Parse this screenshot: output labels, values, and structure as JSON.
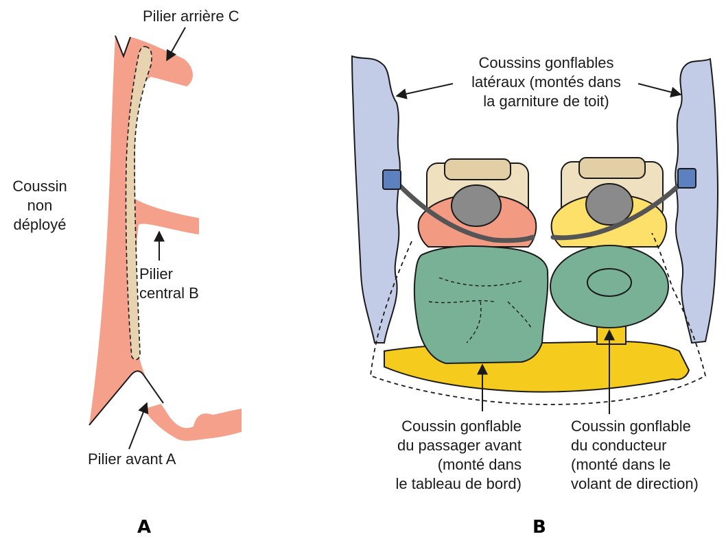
{
  "colors": {
    "pillar": "#F4A08A",
    "airbag_stowed": "#E8D3B0",
    "curtain": "#C2CCE6",
    "passenger_bag": "#79B196",
    "dashboard": "#F5CB1E",
    "passenger_shirt": "#F39A83",
    "driver_shirt": "#FDE06A",
    "seat": "#EFE0BF",
    "hair": "#8A8A8A",
    "anchor": "#5C80C0",
    "outline": "#1a1a1a"
  },
  "panel_a": {
    "letter": "A",
    "labels": {
      "rear_pillar": "Pilier arrière C",
      "stowed_airbag": "Coussin\nnon\ndéployé",
      "center_pillar": "Pilier\ncentral B",
      "front_pillar": "Pilier avant A"
    }
  },
  "panel_b": {
    "letter": "B",
    "labels": {
      "side_curtains": "Coussins gonflables\nlatéraux (montés dans\nla garniture de toit)",
      "passenger_airbag": "Coussin gonflable\ndu passager avant\n(monté dans\nle tableau de bord)",
      "driver_airbag": "Coussin gonflable\ndu conducteur\n(monté dans le\nvolant de direction)"
    }
  }
}
